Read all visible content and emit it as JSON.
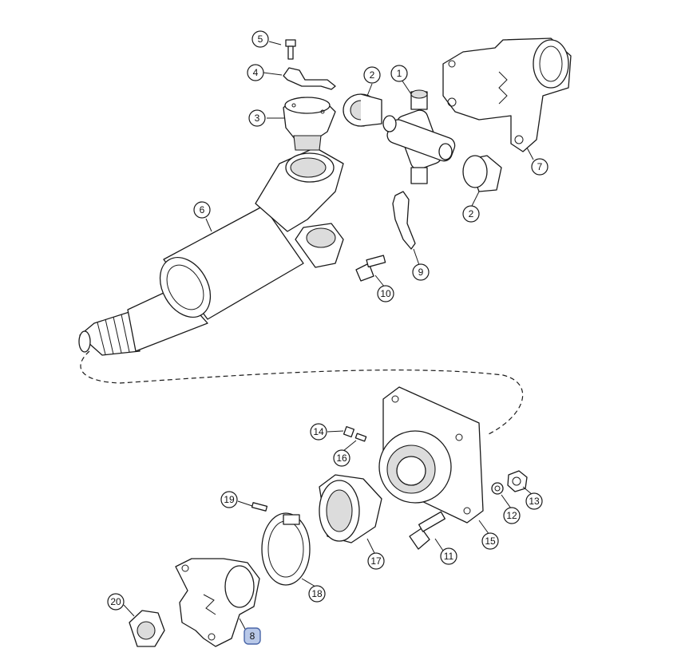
{
  "labels": [
    {
      "id": "1",
      "text": "1"
    },
    {
      "id": "2a",
      "text": "2"
    },
    {
      "id": "2b",
      "text": "2"
    },
    {
      "id": "3",
      "text": "3"
    },
    {
      "id": "4",
      "text": "4"
    },
    {
      "id": "5",
      "text": "5"
    },
    {
      "id": "6",
      "text": "6"
    },
    {
      "id": "7",
      "text": "7"
    },
    {
      "id": "8",
      "text": "8",
      "highlighted": true
    },
    {
      "id": "9",
      "text": "9"
    },
    {
      "id": "10",
      "text": "10"
    },
    {
      "id": "11",
      "text": "11"
    },
    {
      "id": "12",
      "text": "12"
    },
    {
      "id": "13",
      "text": "13"
    },
    {
      "id": "14",
      "text": "14"
    },
    {
      "id": "15",
      "text": "15"
    },
    {
      "id": "16",
      "text": "16"
    },
    {
      "id": "17",
      "text": "17"
    },
    {
      "id": "18",
      "text": "18"
    },
    {
      "id": "19",
      "text": "19"
    },
    {
      "id": "20",
      "text": "20"
    }
  ],
  "colors": {
    "highlight_fill": "#b8c8e8",
    "highlight_stroke": "#4a66a8",
    "line": "#1a1a1a"
  }
}
